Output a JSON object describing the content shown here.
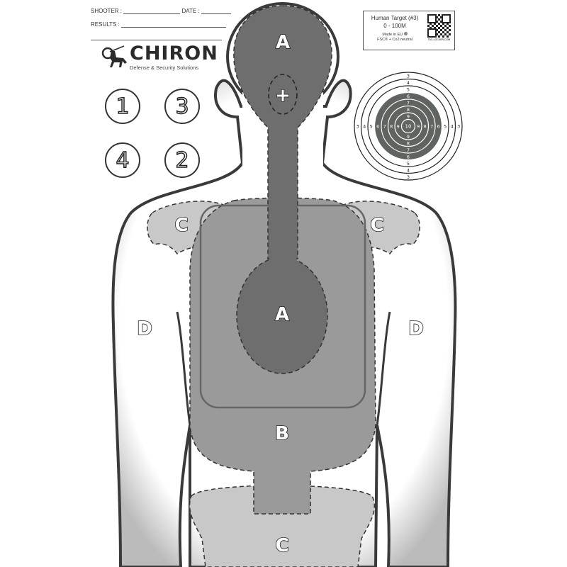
{
  "form": {
    "shooter_label": "SHOOTER :",
    "date_label": "DATE :",
    "results_label": "RESULTS :"
  },
  "brand": {
    "name": "CHIRON",
    "tagline": "Defense & Security Solutions"
  },
  "info_box": {
    "title": "Human Target (#3)",
    "range": "0 - 100M",
    "made_in": "Made in EU",
    "eco": "FSC® + Co2 neutral",
    "qr_caption": "TAC-LOCKER.COM"
  },
  "sequence_circles": [
    "1",
    "3",
    "4",
    "2"
  ],
  "zones": {
    "head": "A",
    "head_marker": "+",
    "chest": "A",
    "torso": "B",
    "shoulder_left": "C",
    "shoulder_right": "C",
    "pelvis": "C",
    "arm_left": "D",
    "arm_right": "D"
  },
  "bullseye": {
    "ring_labels": [
      "3",
      "4",
      "5",
      "6",
      "7",
      "8",
      "9",
      "10"
    ]
  },
  "colors": {
    "zone_a": "#6e6e6e",
    "zone_b": "#9a9a9a",
    "zone_c": "#c8c8c8",
    "outline": "#3a3a3a"
  }
}
